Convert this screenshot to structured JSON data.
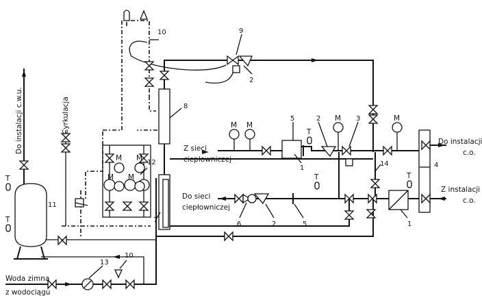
{
  "labels": {
    "hot_water": "Do instalacji c.w.u.",
    "circulation": "Cyrkulacja",
    "cold_water_1": "Woda zimna",
    "cold_water_2": "z wodociągu",
    "from_network_1": "Z sieci",
    "from_network_2": "ciepłowniczej",
    "to_network_1": "Do sieci",
    "to_network_2": "ciepłowniczej",
    "to_heating_1": "Do instalacji",
    "to_heating_2": "c.o.",
    "from_heating_1": "Z instalacji",
    "from_heating_2": "c.o."
  },
  "gauge_letter": "M",
  "temp_letter": "T",
  "callouts": {
    "n1a": "1",
    "n1b": "1",
    "n2a": "2",
    "n2b": "2",
    "n2c": "2",
    "n3": "3",
    "n4": "4",
    "n5a": "5",
    "n5b": "5",
    "n6": "6",
    "n7": "7",
    "n8": "8",
    "n9": "9",
    "n10a": "10",
    "n10b": "10",
    "n11": "11",
    "n12": "12",
    "n13": "13",
    "n14": "14"
  }
}
